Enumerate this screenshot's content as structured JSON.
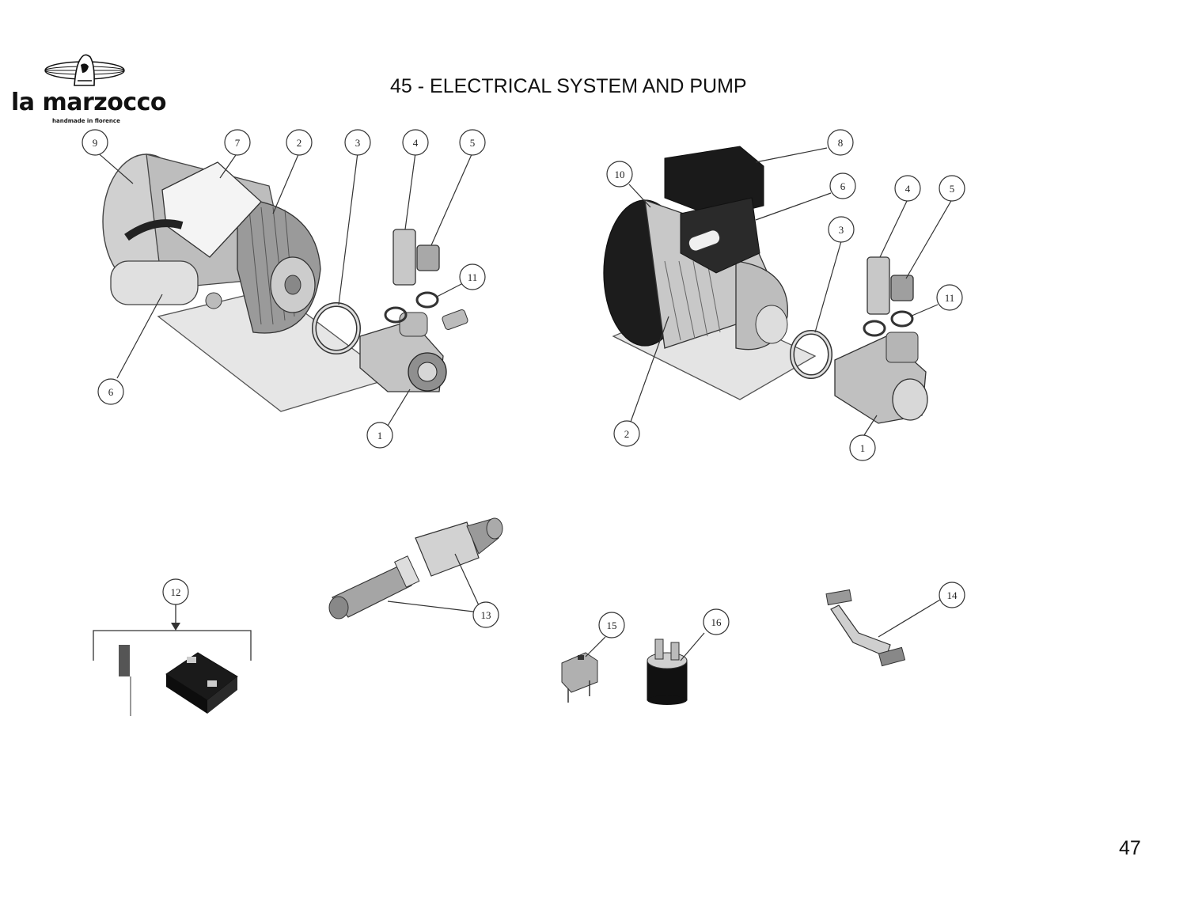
{
  "logo": {
    "brand": "la marzocco",
    "tagline": "handmade in florence"
  },
  "title": "45 - ELECTRICAL SYSTEM AND PUMP",
  "page_number": "47",
  "callouts": {
    "left_assembly": [
      "9",
      "7",
      "2",
      "3",
      "4",
      "5",
      "11",
      "6",
      "1"
    ],
    "right_assembly": [
      "10",
      "8",
      "6",
      "3",
      "4",
      "5",
      "11",
      "2",
      "1"
    ],
    "loose_parts": [
      "12",
      "13",
      "15",
      "16",
      "14"
    ]
  },
  "colors": {
    "line": "#333333",
    "part_light": "#e2e2e2",
    "part_mid": "#a9a9a9",
    "part_dark": "#1a1a1a"
  }
}
